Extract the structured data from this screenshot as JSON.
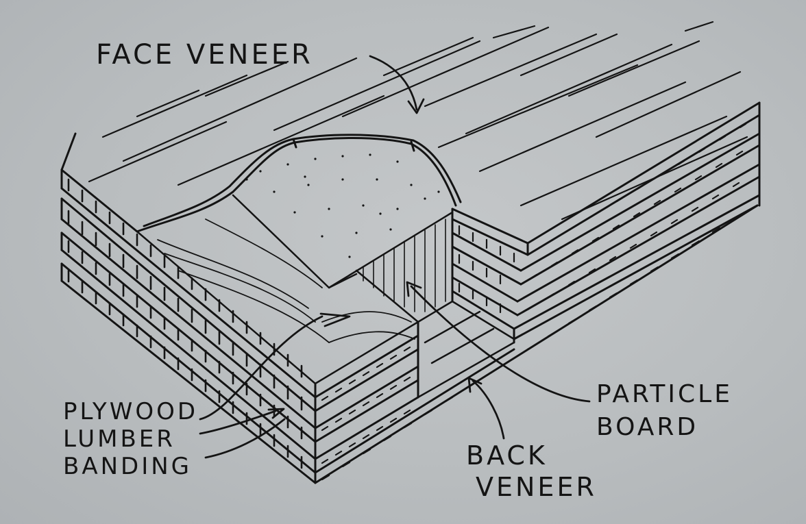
{
  "labels": {
    "face_veneer": "FACE VENEER",
    "plywood": "PLYWOOD",
    "lumber": "LUMBER",
    "banding": "BANDING",
    "particle": "PARTICLE",
    "board": "BOARD",
    "back": "BACK",
    "veneer": "VENEER"
  },
  "colors": {
    "paper": "#bcc0c2",
    "ink": "#141414"
  }
}
